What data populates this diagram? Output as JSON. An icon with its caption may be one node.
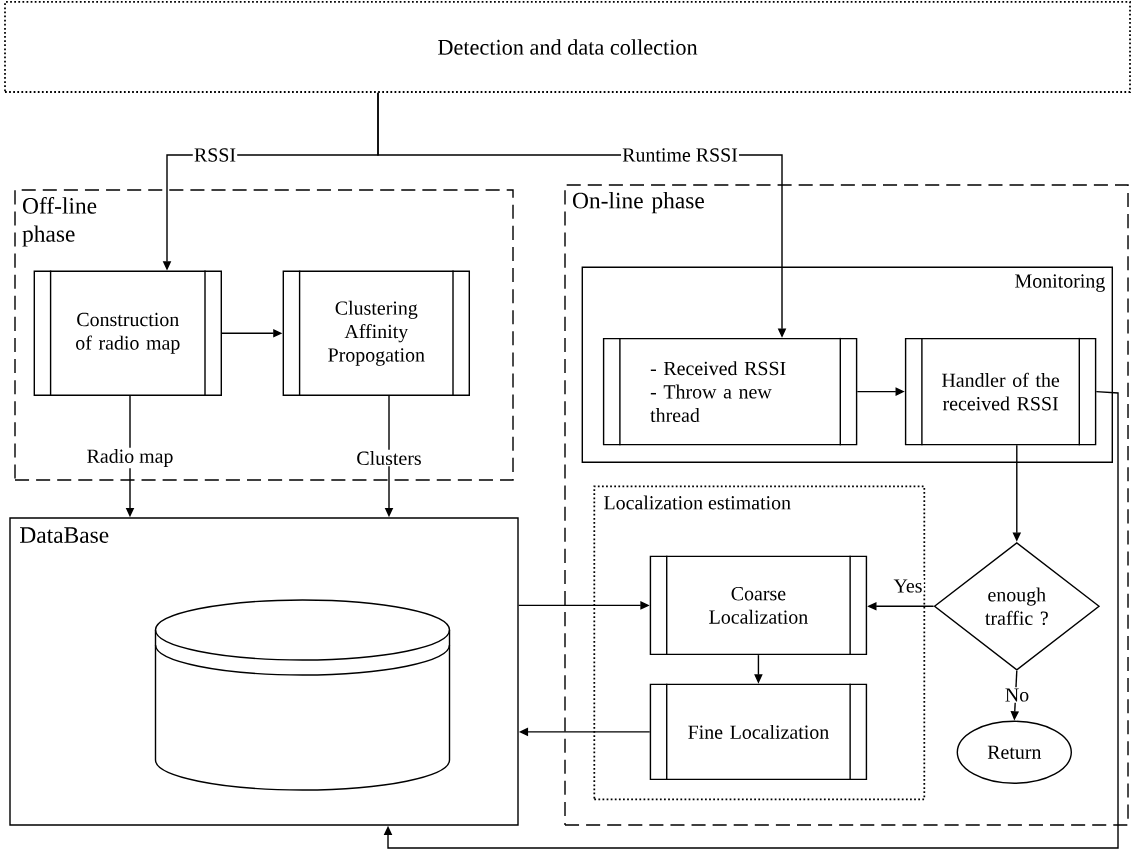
{
  "diagram": {
    "nodes": [
      {
        "text": [
          "Detection and data collection"
        ]
      },
      {
        "text": [
          "Off-line phase"
        ]
      },
      {
        "text": [
          "Construction of radio map"
        ],
        "in": 1
      },
      {
        "text": [
          "Clustering Affinity Propogation"
        ],
        "in": 1
      },
      {
        "text": [
          "DataBase"
        ]
      },
      {
        "text": [],
        "shape": "cylinder",
        "in": 4
      },
      {
        "text": [
          "On-line phase"
        ]
      },
      {
        "text": [
          "Monitoring"
        ],
        "in": 6
      },
      {
        "text": [
          "- Received  RSSI - Throw a new thread"
        ],
        "in": 7
      },
      {
        "text": [
          "Handler of the received RSSI"
        ],
        "in": 7
      },
      {
        "text": [
          "Localization estimation"
        ],
        "in": 6
      },
      {
        "text": [
          "Coarse Localization"
        ],
        "in": 10
      },
      {
        "text": [
          "Fine Localization"
        ],
        "in": 10
      },
      {
        "text": [
          "enough traffic ?"
        ],
        "in": 6
      },
      {
        "text": [
          "Return"
        ],
        "in": 6
      }
    ],
    "edges": [
      {
        "from": 0,
        "to": 2,
        "arrow": "to",
        "label": "RSSI"
      },
      {
        "from": 0,
        "to": 8,
        "arrow": "to",
        "label": "Runtime RSSI"
      },
      {
        "from": 2,
        "to": 3,
        "arrow": "to"
      },
      {
        "from": 2,
        "to": 4,
        "arrow": "to",
        "label": "Radio map"
      },
      {
        "from": 3,
        "to": 4,
        "arrow": "to",
        "label": "Clusters"
      },
      {
        "from": 8,
        "to": 9,
        "arrow": "to"
      },
      {
        "from": 9,
        "to": 13,
        "arrow": "to"
      },
      {
        "from": 13,
        "to": 11,
        "arrow": "to",
        "label": "Yes"
      },
      {
        "from": 13,
        "to": 14,
        "arrow": "to",
        "label": "No"
      },
      {
        "from": 11,
        "to": 12,
        "arrow": "to"
      },
      {
        "from": 12,
        "to": 4,
        "arrow": "to"
      },
      {
        "from": 4,
        "to": 11,
        "arrow": "to"
      },
      {
        "from": 9,
        "to": 4,
        "arrow": "to"
      }
    ]
  }
}
